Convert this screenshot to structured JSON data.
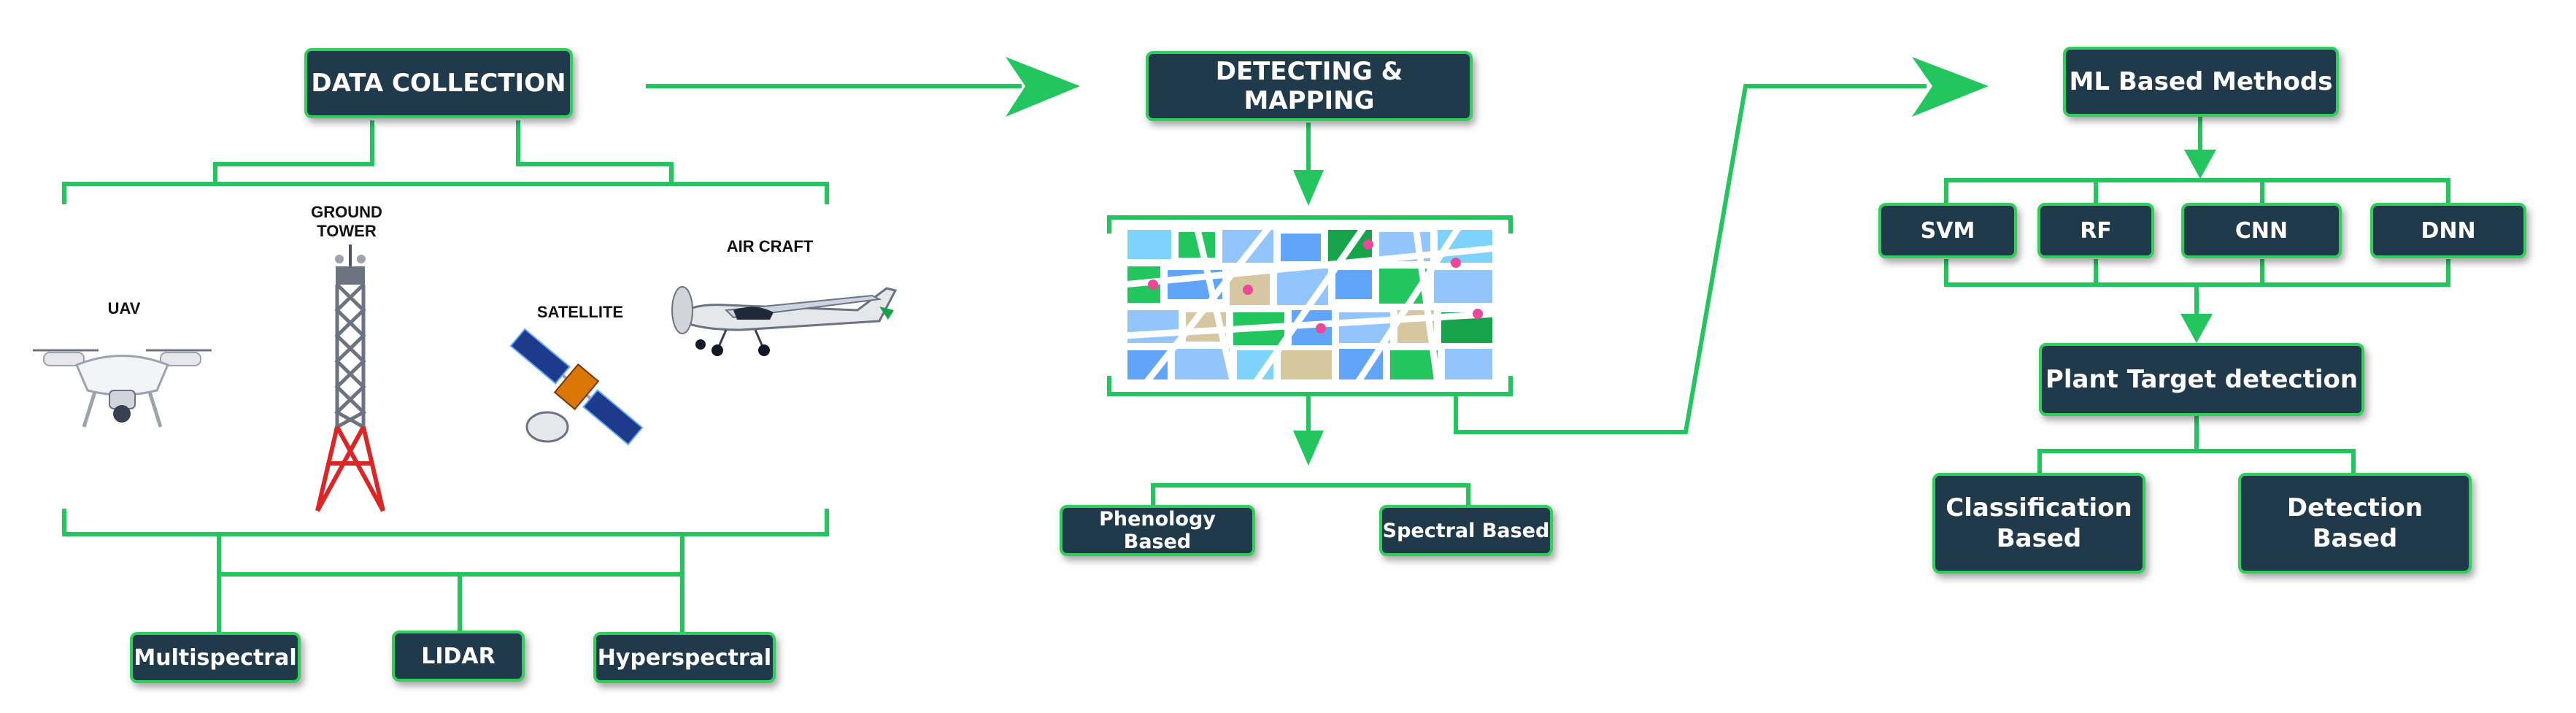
{
  "colors": {
    "connector": "#22c55e",
    "box_fill": "#203a4c",
    "box_border": "#2fcf5b",
    "box_text": "#ffffff"
  },
  "collection": {
    "title": "DATA COLLECTION",
    "platforms": [
      {
        "label": "UAV",
        "icon": "drone-icon"
      },
      {
        "label": "GROUND\nTOWER",
        "icon": "ground-tower-icon"
      },
      {
        "label": "SATELLITE",
        "icon": "satellite-icon"
      },
      {
        "label": "AIR CRAFT",
        "icon": "aircraft-icon"
      }
    ],
    "sensors": [
      "Multispectral",
      "LIDAR",
      "Hyperspectral"
    ]
  },
  "mapping": {
    "title": "DETECTING & MAPPING",
    "map_icon": "city-map-icon",
    "branches": [
      "Phenology Based",
      "Spectral Based"
    ]
  },
  "ml": {
    "title": "ML Based Methods",
    "methods": [
      "SVM",
      "RF",
      "CNN",
      "DNN"
    ],
    "target": "Plant Target detection",
    "outputs": [
      "Classification\nBased",
      "Detection\nBased"
    ]
  }
}
